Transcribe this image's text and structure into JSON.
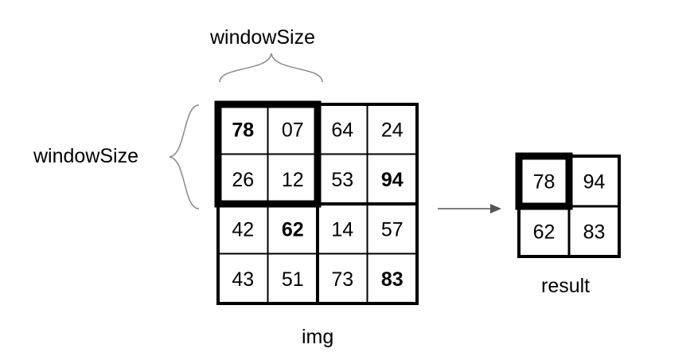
{
  "labels": {
    "window_size_top": "windowSize",
    "window_size_left": "windowSize",
    "img": "img",
    "result": "result"
  },
  "img": {
    "cells": [
      [
        "78",
        "07",
        "64",
        "24"
      ],
      [
        "26",
        "12",
        "53",
        "94"
      ],
      [
        "42",
        "62",
        "14",
        "57"
      ],
      [
        "43",
        "51",
        "73",
        "83"
      ]
    ],
    "bold": [
      [
        0,
        0
      ],
      [
        1,
        3
      ],
      [
        2,
        1
      ],
      [
        3,
        3
      ]
    ],
    "highlighted_window": {
      "row": 0,
      "col": 0,
      "size": 2
    }
  },
  "result": {
    "cells": [
      [
        "78",
        "94"
      ],
      [
        "62",
        "83"
      ]
    ],
    "highlighted_cell": {
      "row": 0,
      "col": 0
    }
  },
  "colors": {
    "line": "#000000",
    "arrow": "#555555",
    "brace": "#888888"
  }
}
